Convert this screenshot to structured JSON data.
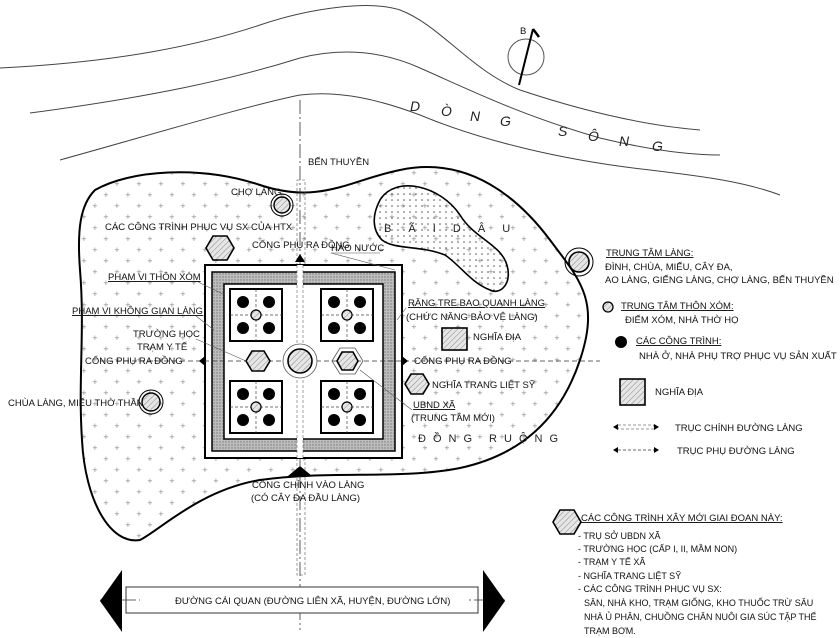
{
  "compass": {
    "north_label": "B"
  },
  "river": {
    "label": [
      "D",
      "Ò",
      "N",
      "G",
      "S",
      "Ô",
      "N",
      "G"
    ]
  },
  "features": {
    "ben_thuyen": "BẾN THUYỀN",
    "cho_lang": "CHỢ LÀNG",
    "htx_services": "CÁC CÔNG TRÌNH PHỤC VỤ SX CỦA HTX",
    "gate_north": "CỔNG PHỤ RA ĐỒNG",
    "moat": "HÀO NƯỚC",
    "oil_field": "B Ã I   D Â U",
    "hamlet_scope": "PHẠM VI THÔN XÓM",
    "village_space_scope": "PHẠM VI KHÔNG GIAN LÀNG",
    "school": "TRƯỜNG HỌC",
    "clinic": "TRẠM Y TẾ",
    "gate_west": "CỔNG PHỤ RA ĐỒNG",
    "bamboo_hedge_1": "RẶNG TRE BAO QUANH LÀNG",
    "bamboo_hedge_2": "(CHỨC NĂNG BẢO VỆ LÀNG)",
    "cemetery": "NGHĨA ĐỊA",
    "gate_east": "CỔNG PHỤ RA ĐỒNG",
    "martyrs_cemetery": "NGHĨA TRANG LIỆT SỸ",
    "commune_committee_1": "UBND XÃ",
    "commune_committee_2": "(TRUNG TÂM MỚI)",
    "rice_fields": "ĐỒNG   RUỘNG",
    "temple": "CHÙA LÀNG, MIẾU THỜ THẦN",
    "main_gate_1": "CỔNG CHÍNH VÀO LÀNG",
    "main_gate_2": "(CÓ CÂY ĐA ĐẦU LÀNG)",
    "main_road": "ĐƯỜNG CÁI QUAN (ĐƯỜNG LIÊN XÃ, HUYỆN, ĐƯỜNG LỚN)"
  },
  "legend": {
    "village_center_title": "TRUNG TÂM LÀNG:",
    "village_center_desc_1": "ĐÌNH, CHÙA, MIẾU, CÂY ĐA,",
    "village_center_desc_2": "AO LÀNG, GIẾNG LÀNG, CHỢ LÀNG, BẾN THUYỀN",
    "hamlet_center_title": "TRUNG TÂM THÔN XÓM:",
    "hamlet_center_desc": "ĐIẾM XÓM, NHÀ THỜ HỌ",
    "buildings_title": "CÁC CÔNG TRÌNH:",
    "buildings_desc": "NHÀ Ở, NHÀ PHỤ TRỢ PHỤC VỤ SẢN XUẤT",
    "cemetery": "NGHĨA ĐỊA",
    "main_axis": "TRỤC CHÍNH ĐƯỜNG LÀNG",
    "secondary_axis": "TRỤC PHỤ ĐƯỜNG LÀNG"
  },
  "new_works": {
    "title": "CÁC CÔNG TRÌNH  XÂY MỚI GIAI ĐOẠN NÀY:",
    "items": [
      "- TRỤ SỞ UBDN XÃ",
      "- TRƯỜNG HỌC (CẤP I, II, MẦM NON)",
      "- TRẠM Y TẾ XÃ",
      "- NGHĨA TRANG LIỆT SỸ",
      "- CÁC CÔNG TRÌNH PHỤC VỤ SX:",
      "  SÂN, NHÀ KHO, TRẠM GIỐNG, KHO THUỐC TRỪ SÂU",
      "  NHÀ Ủ PHÂN, CHUỒNG CHĂN NUÔI GIA SÚC TẬP THỂ",
      "  TRẠM BƠM."
    ]
  }
}
